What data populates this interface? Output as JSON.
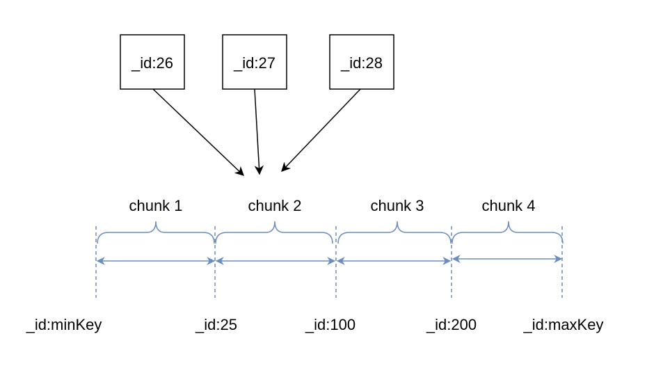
{
  "documents": [
    {
      "label": "_id:26"
    },
    {
      "label": "_id:27"
    },
    {
      "label": "_id:28"
    }
  ],
  "chunks": [
    {
      "label": "chunk 1"
    },
    {
      "label": "chunk 2"
    },
    {
      "label": "chunk 3"
    },
    {
      "label": "chunk 4"
    }
  ],
  "boundaries": [
    {
      "label": "_id:minKey"
    },
    {
      "label": "_id:25"
    },
    {
      "label": "_id:100"
    },
    {
      "label": "_id:200"
    },
    {
      "label": "_id:maxKey"
    }
  ],
  "colors": {
    "range_line": "#6c8ebf",
    "stroke": "#000000"
  }
}
